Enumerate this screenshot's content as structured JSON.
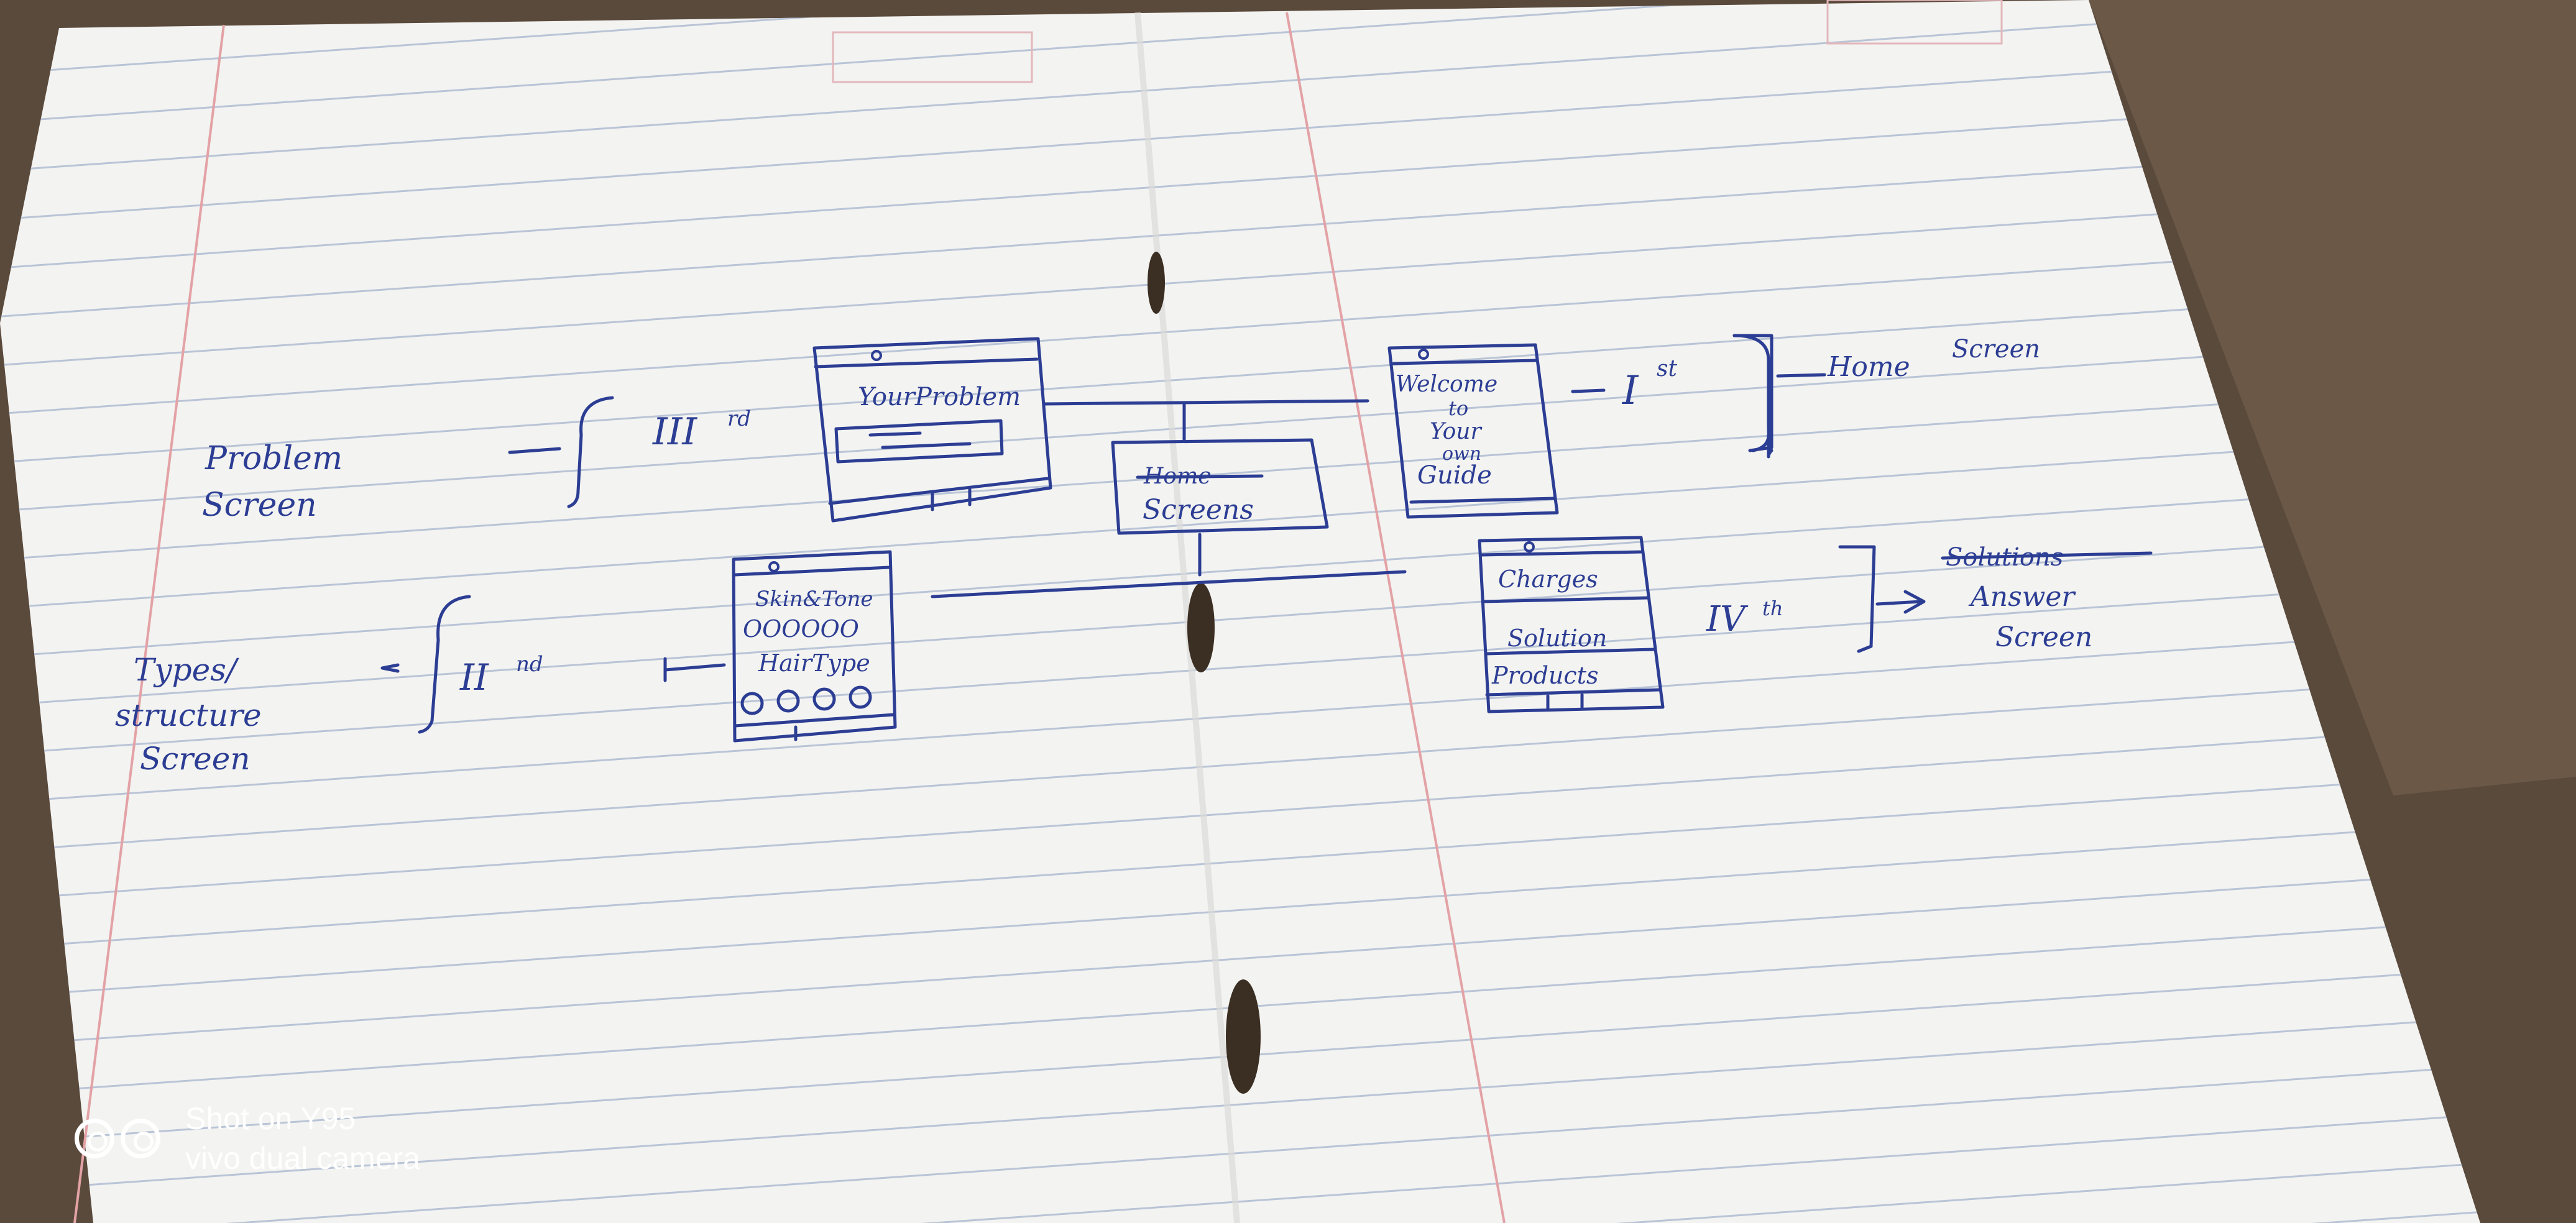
{
  "sketch": {
    "center": {
      "strike": "Home",
      "label": "Screens"
    },
    "screen1": {
      "phone_lines": [
        "Welcome",
        "to",
        "Your",
        "own",
        "Guide"
      ],
      "number": "I",
      "number_sup": "st",
      "label_line1": "Home",
      "label_line2": "Screen"
    },
    "screen2": {
      "phone_lines": [
        "Skin&Tone",
        "OOOOOO",
        "HairType"
      ],
      "number": "II",
      "number_sup": "nd",
      "label_line1": "Types/",
      "label_line2": "structure",
      "label_line3": "Screen"
    },
    "screen3": {
      "phone_title": "YourProblem",
      "number": "III",
      "number_sup": "rd",
      "label_line1": "Problem",
      "label_line2": "Screen"
    },
    "screen4": {
      "phone_lines": [
        "Charges",
        "Solution",
        "Products"
      ],
      "number": "IV",
      "number_sup": "th",
      "label_strike": "Solutions",
      "label_line1": "Answer",
      "label_line2": "Screen"
    }
  },
  "watermark": {
    "line1": "Shot on Y95",
    "line2": "vivo dual camera"
  },
  "colors": {
    "ink": "#2c3d94",
    "paper": "#f3f3f1",
    "rule_line": "#b9c4d6",
    "margin_line": "#e3a2a6",
    "table": "#5a4a3c"
  }
}
